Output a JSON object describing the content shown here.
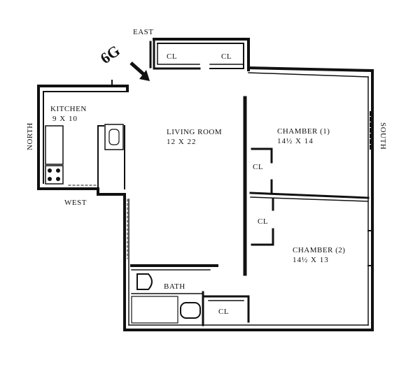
{
  "unit": {
    "label": "6G"
  },
  "compass": {
    "east": "EAST",
    "west": "WEST",
    "south": "SOUTH",
    "north": "NORTH"
  },
  "rooms": {
    "kitchen": {
      "name": "KITCHEN",
      "dims": "9 X 10"
    },
    "living_room": {
      "name": "LIVING ROOM",
      "dims": "12 X 22"
    },
    "chamber1": {
      "name": "CHAMBER (1)",
      "dims": "14½ X 14"
    },
    "chamber2": {
      "name": "CHAMBER (2)",
      "dims": "14½ X 13"
    },
    "bath": {
      "name": "BATH"
    }
  },
  "closets": {
    "cl_top_left": "CL",
    "cl_top_right": "CL",
    "cl_chamber1": "CL",
    "cl_chamber2": "CL",
    "cl_bath": "CL"
  },
  "colors": {
    "ink": "#111111",
    "paper": "#ffffff"
  }
}
